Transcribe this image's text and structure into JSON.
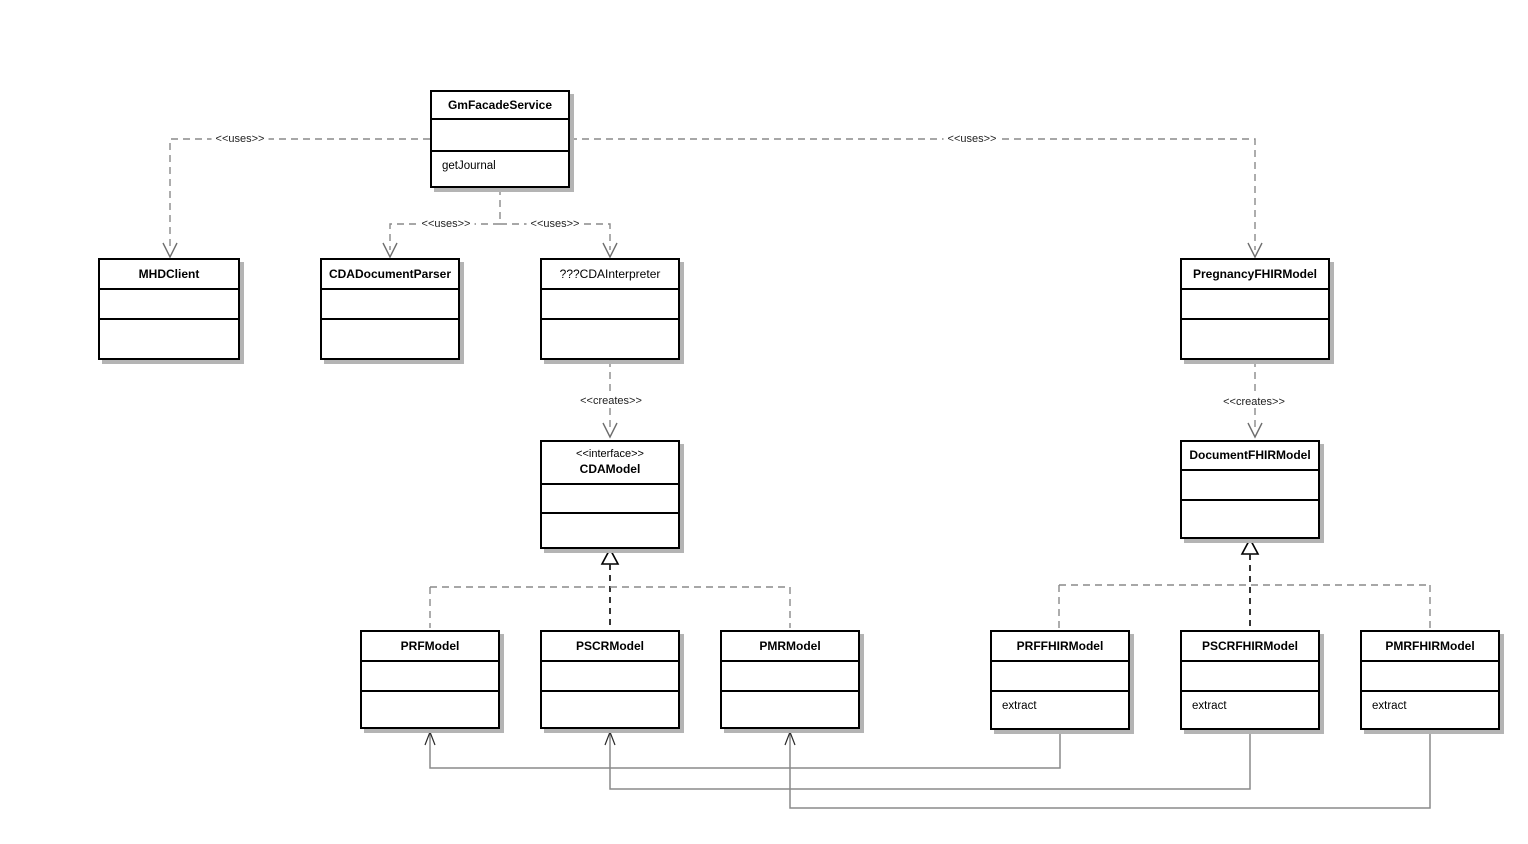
{
  "diagram": {
    "type": "uml-class-diagram",
    "classes": {
      "gm_facade_service": {
        "name": "GmFacadeService",
        "method": "getJournal"
      },
      "mhd_client": {
        "name": "MHDClient"
      },
      "cda_document_parser": {
        "name": "CDADocumentParser"
      },
      "cda_interpreter": {
        "name": "???CDAInterpreter"
      },
      "pregnancy_fhir_model": {
        "name": "PregnancyFHIRModel"
      },
      "cda_model": {
        "stereotype": "<<interface>>",
        "name": "CDAModel"
      },
      "document_fhir_model": {
        "name": "DocumentFHIRModel"
      },
      "prf_model": {
        "name": "PRFModel"
      },
      "pscr_model": {
        "name": "PSCRModel"
      },
      "pmr_model": {
        "name": "PMRModel"
      },
      "prf_fhir_model": {
        "name": "PRFFHIRModel",
        "method": "extract"
      },
      "pscr_fhir_model": {
        "name": "PSCRFHIRModel",
        "method": "extract"
      },
      "pmr_fhir_model": {
        "name": "PMRFHIRModel",
        "method": "extract"
      }
    },
    "edge_labels": {
      "uses": "<<uses>>",
      "creates": "<<creates>>"
    },
    "colors": {
      "box_border": "#000000",
      "box_fill": "#ffffff",
      "shadow": "#b4b4b4",
      "edge_gray": "#8a8a8a",
      "edge_black": "#1f1f1f",
      "background": "#ffffff"
    }
  }
}
